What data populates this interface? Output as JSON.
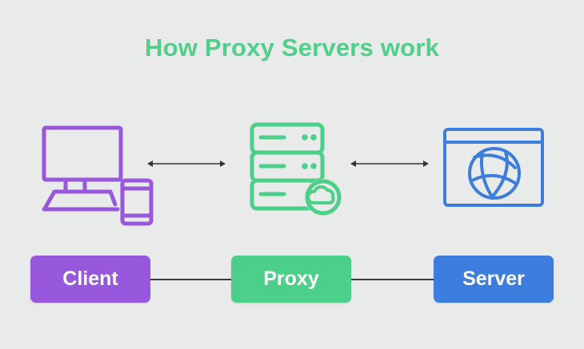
{
  "title": "How Proxy Servers work",
  "nodes": {
    "client": {
      "label": "Client",
      "icon": "desktop-and-phone-icon",
      "color": "#9758dd"
    },
    "proxy": {
      "label": "Proxy",
      "icon": "server-cloud-icon",
      "color": "#4ccf88"
    },
    "server": {
      "label": "Server",
      "icon": "web-globe-icon",
      "color": "#3d7ddd"
    }
  },
  "colors": {
    "title": "#4fcf8a",
    "arrow": "#333333",
    "background": "#e9eaea"
  }
}
